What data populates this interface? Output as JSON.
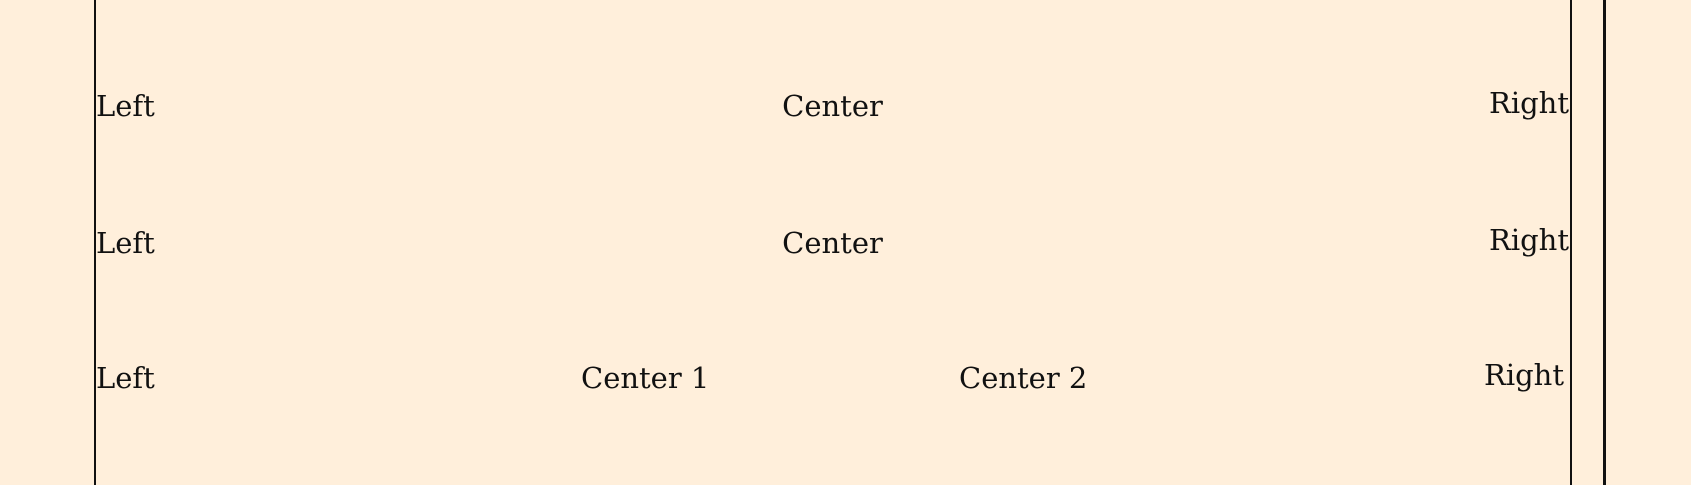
{
  "document": {
    "background_color": "#ffefdb",
    "text_color": "#111111",
    "rows": [
      {
        "left": "Left",
        "center": "Center",
        "right": "Right"
      },
      {
        "left": "Left",
        "center": "Center",
        "right": "Right"
      },
      {
        "left": "Left",
        "center_1": "Center 1",
        "center_2": "Center 2",
        "right": "Right"
      }
    ]
  }
}
